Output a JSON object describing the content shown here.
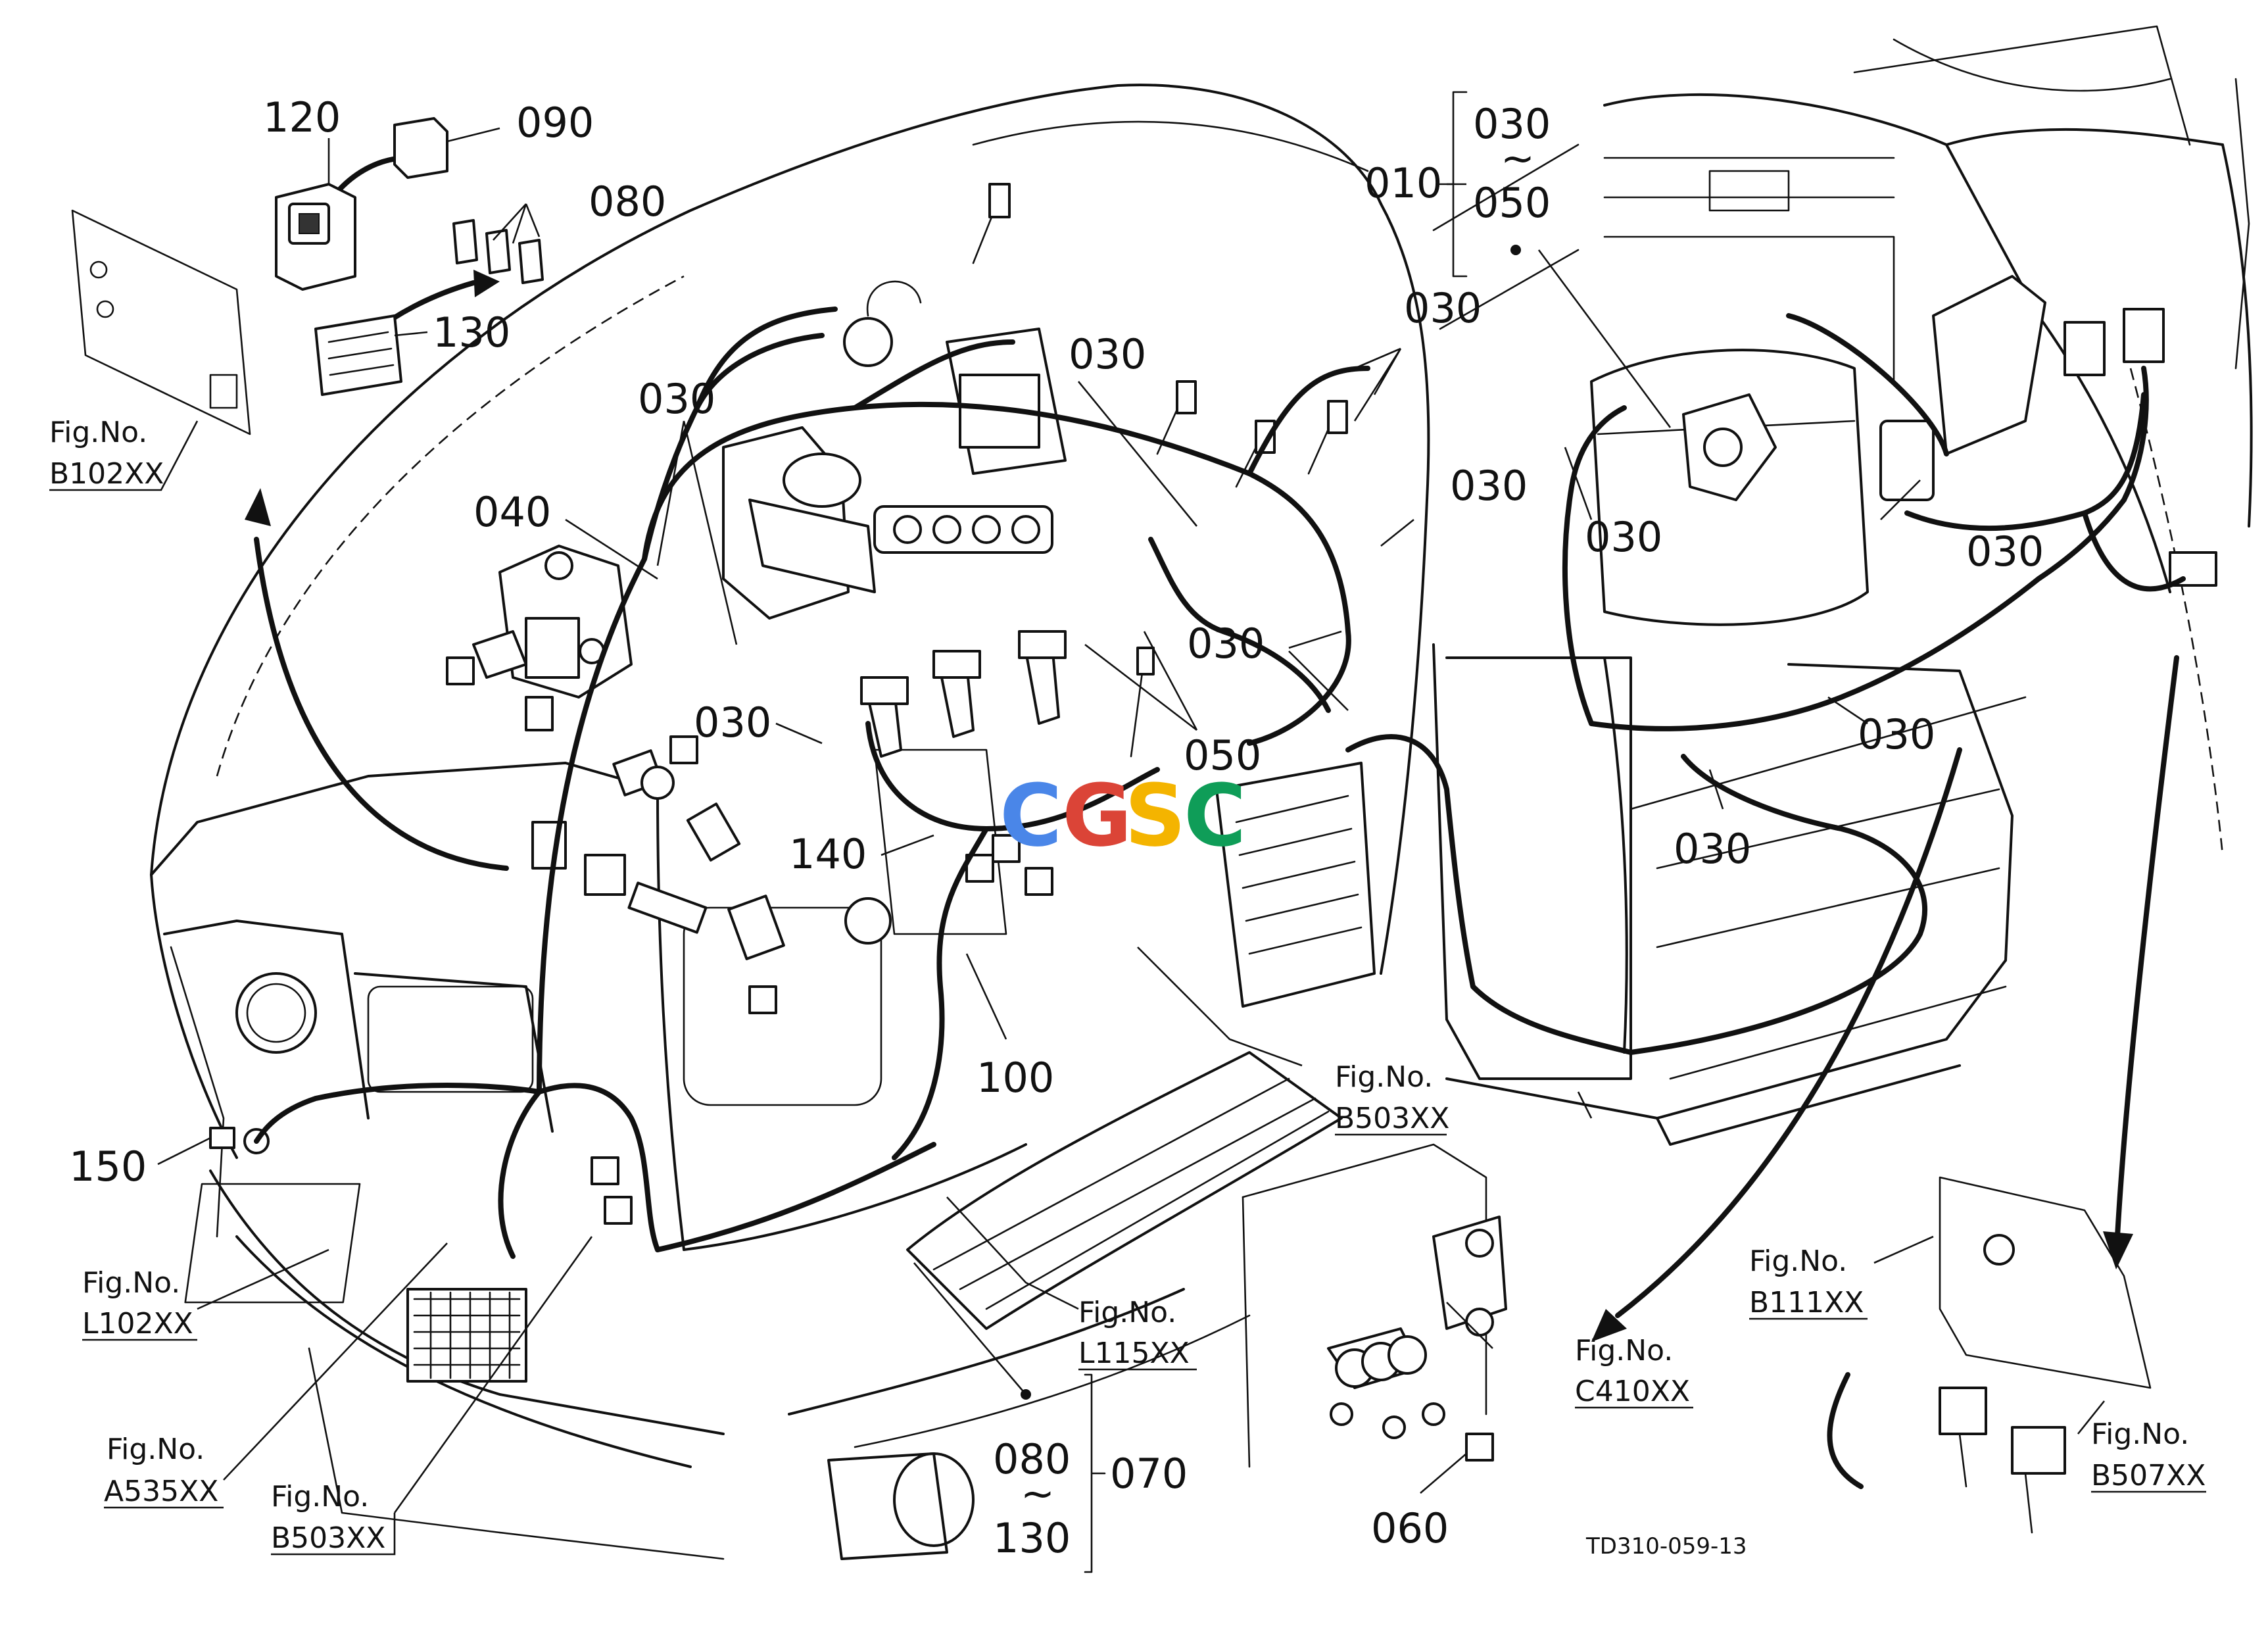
{
  "callouts": {
    "c120": "120",
    "c090": "090",
    "c080_top": "080",
    "c130_top": "130",
    "c010": "010",
    "c030_range_start": "030",
    "c_tilde_top": "~",
    "c050_range_end": "050",
    "c040": "040",
    "c030_a": "030",
    "c030_b": "030",
    "c030_c": "030",
    "c030_d": "030",
    "c030_e": "030",
    "c030_f": "030",
    "c030_g": "030",
    "c030_h": "030",
    "c030_i": "030",
    "c030_j": "030",
    "c050": "050",
    "c140": "140",
    "c100": "100",
    "c150": "150",
    "c060": "060",
    "c080_bottom": "080",
    "c_tilde_bottom": "~",
    "c130_bottom": "130",
    "c070": "070"
  },
  "figure_refs": {
    "b102_label": "Fig.No.",
    "b102": "B102XX",
    "l102_label": "Fig.No.",
    "l102": "L102XX",
    "a535_label": "Fig.No.",
    "a535": "A535XX",
    "b503a_label": "Fig.No.",
    "b503a": "B503XX",
    "b503b_label": "Fig.No.",
    "b503b": "B503XX",
    "l115_label": "Fig.No.",
    "l115": "L115XX",
    "c410_label": "Fig.No.",
    "c410": "C410XX",
    "b111_label": "Fig.No.",
    "b111": "B111XX",
    "b507_label": "Fig.No.",
    "b507": "B507XX"
  },
  "drawing_number": "TD310-059-13",
  "watermark": {
    "letters": [
      "C",
      "G",
      "S",
      "C"
    ],
    "colors": [
      "#4a86e8",
      "#db4437",
      "#f4b400",
      "#0f9d58"
    ]
  },
  "icons": [
    "relay-icon",
    "fuse-icon",
    "fuse-box-icon",
    "connector-icon",
    "glow-plug-icon",
    "injector-icon",
    "sensor-icon",
    "ecu-icon",
    "bolt-icon",
    "clamp-icon",
    "wiring-harness-icon"
  ]
}
